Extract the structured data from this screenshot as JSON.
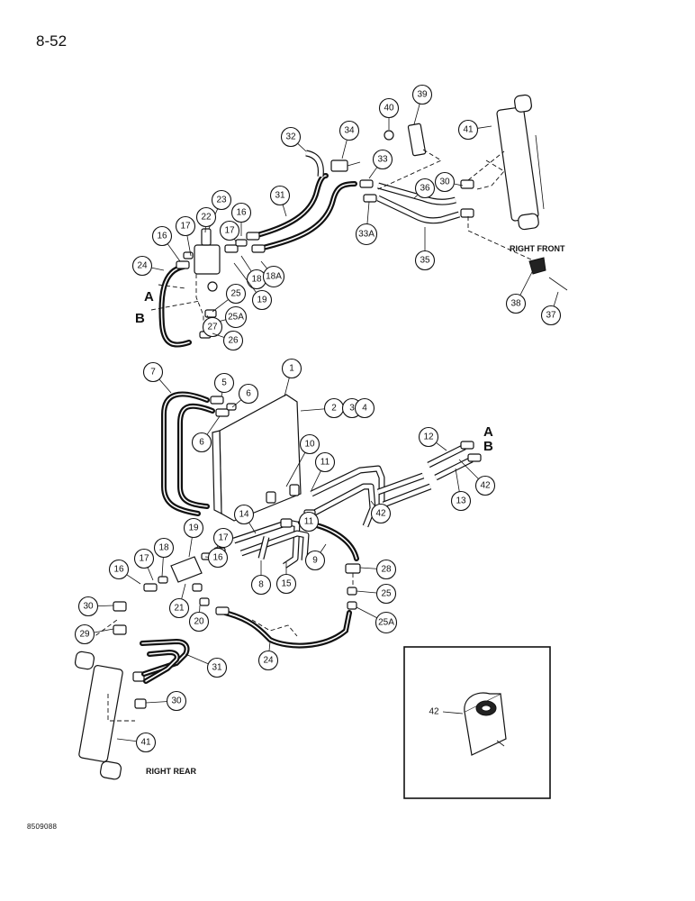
{
  "page_number": "8-52",
  "doc_code": "8509088",
  "section_labels": {
    "right_front": "RIGHT FRONT",
    "right_rear": "RIGHT REAR"
  },
  "connection_letters": {
    "a": "A",
    "b": "B"
  },
  "inset_callout": "42",
  "callouts": [
    "1",
    "2",
    "3",
    "4",
    "5",
    "6",
    "7",
    "8",
    "9",
    "10",
    "11",
    "12",
    "13",
    "14",
    "15",
    "16",
    "17",
    "18",
    "18A",
    "19",
    "20",
    "21",
    "22",
    "23",
    "24",
    "25",
    "25A",
    "26",
    "27",
    "28",
    "29",
    "30",
    "31",
    "32",
    "33",
    "33A",
    "34",
    "35",
    "36",
    "37",
    "38",
    "39",
    "40",
    "41",
    "42"
  ]
}
